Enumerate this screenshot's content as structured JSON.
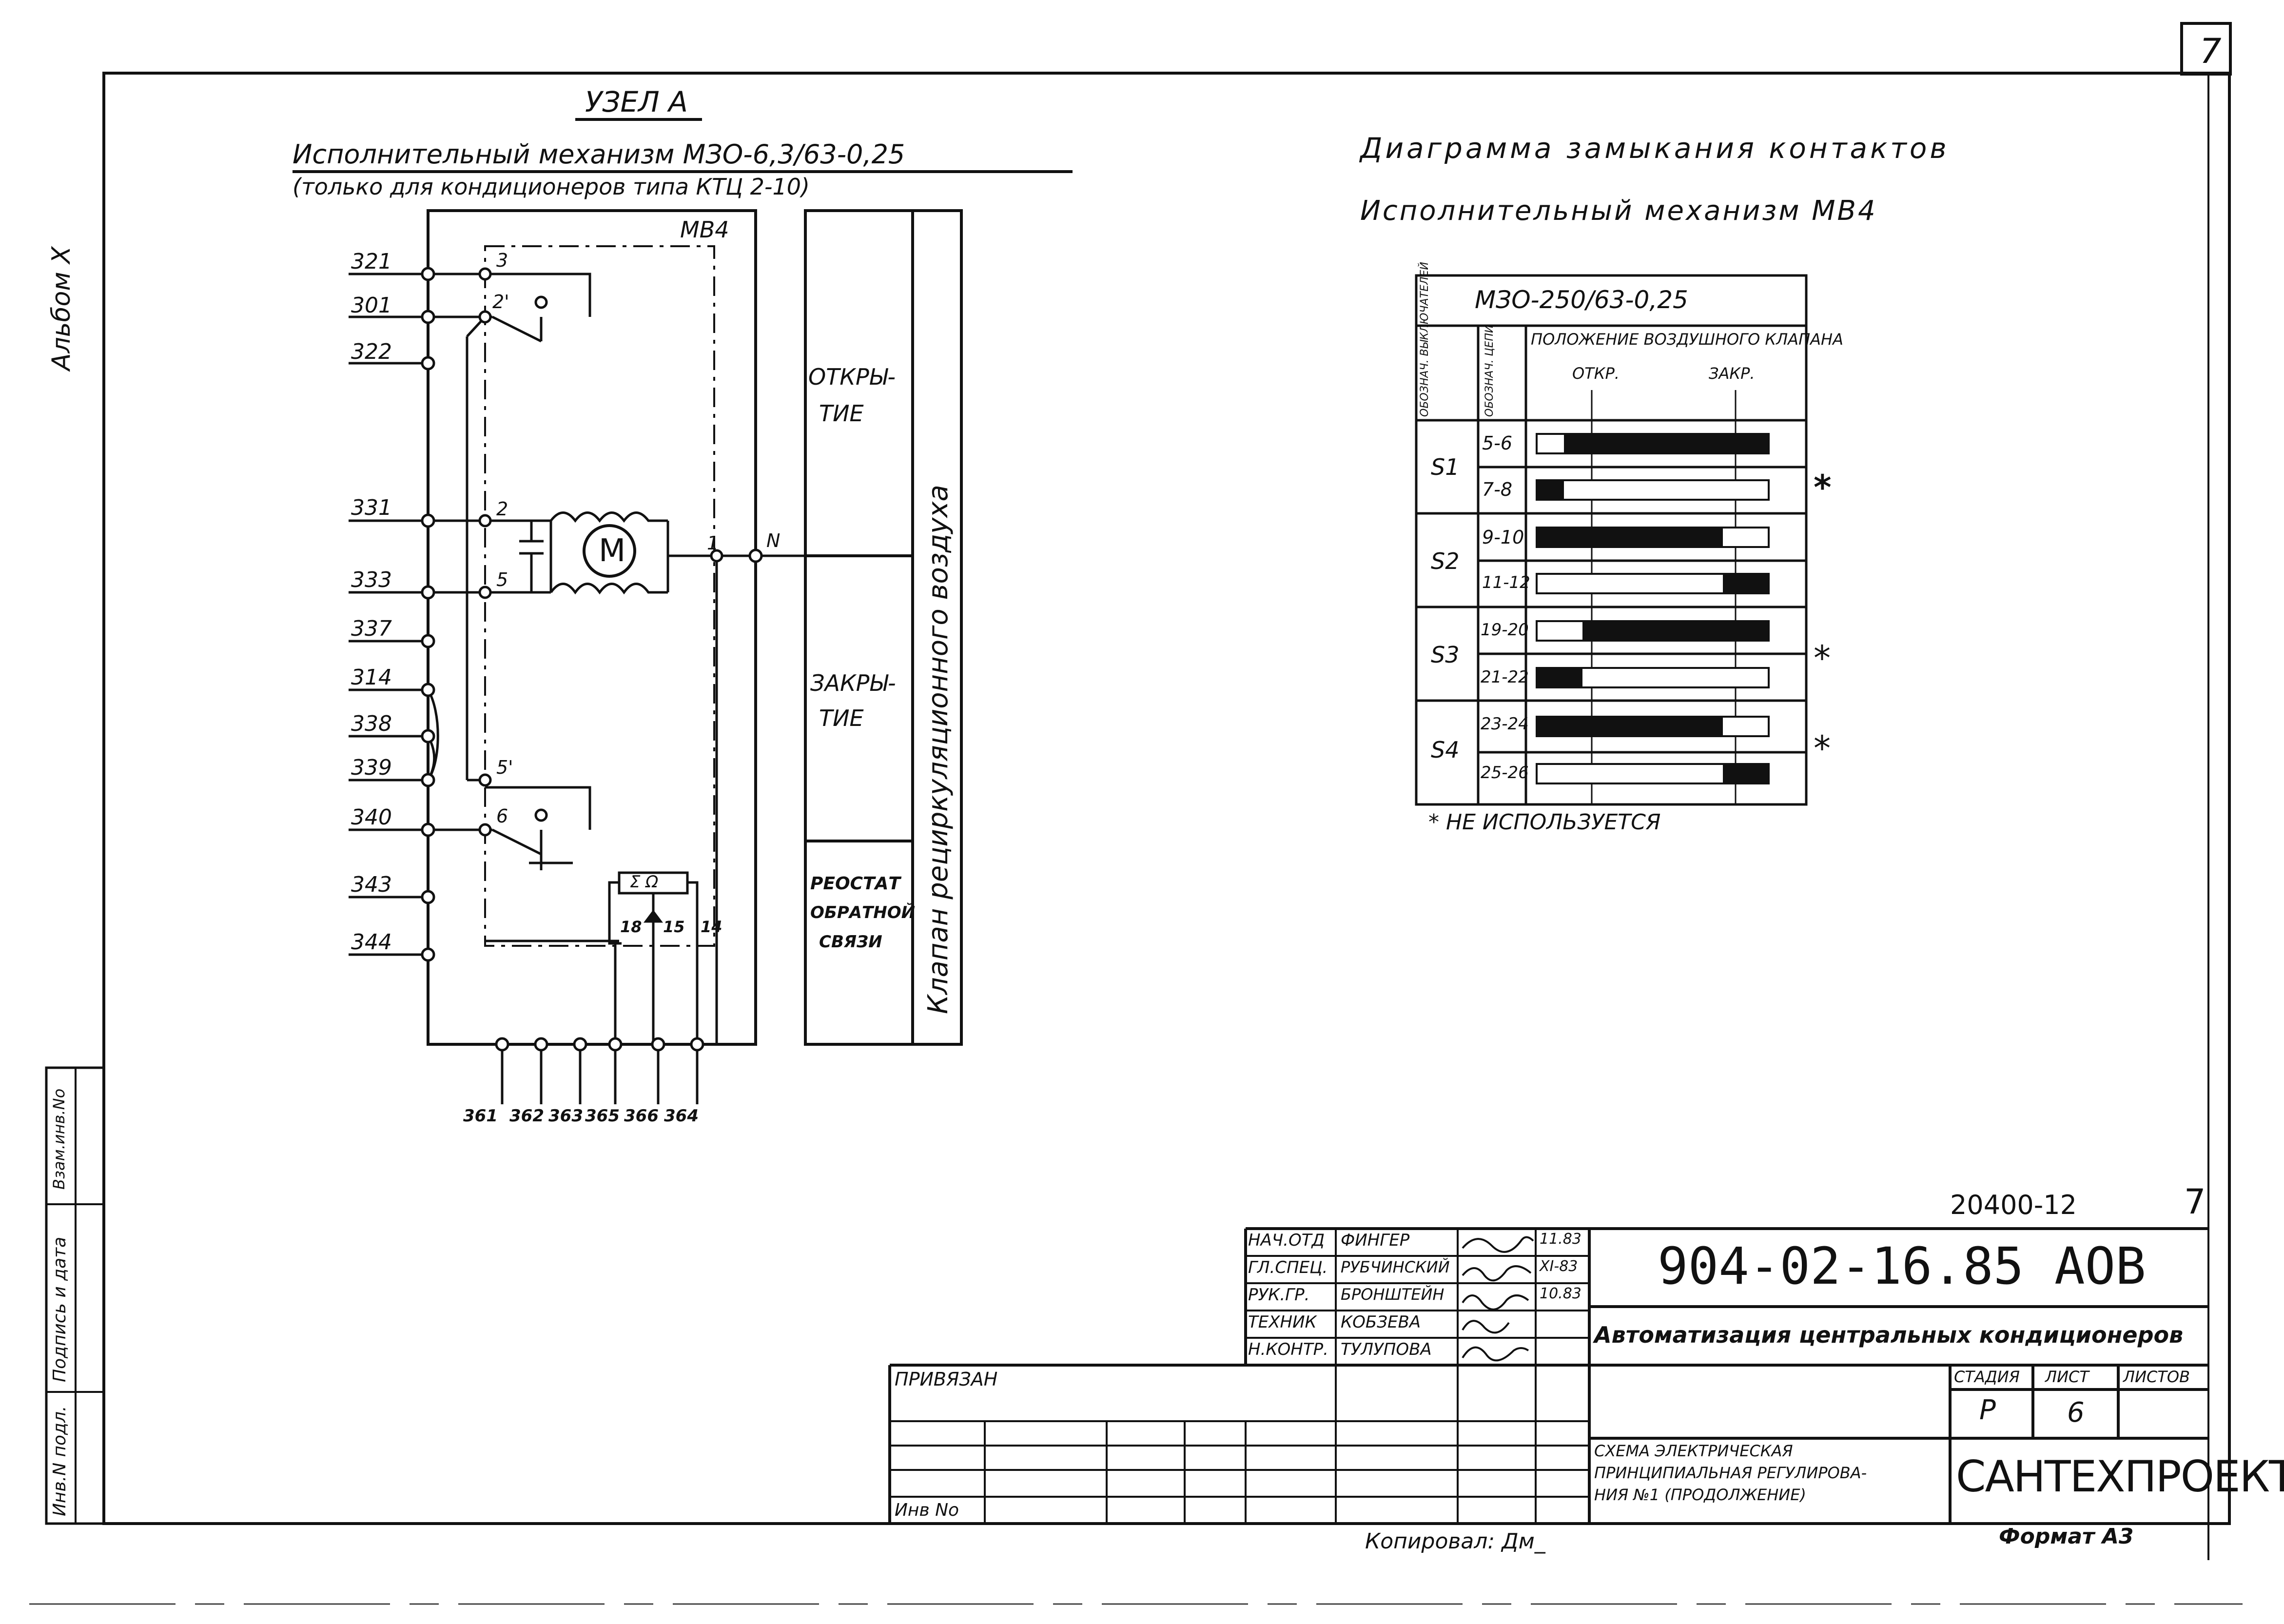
{
  "sheet_corner_number": "7",
  "side_code": "Альбом Х",
  "node": {
    "title": "УЗЕЛ А",
    "line1": "Исполнительный механизм МЗО-6,3/63-0,25",
    "line2": "(только для кондиционеров типа КТЦ 2-10)",
    "device_label": "МВ4",
    "left_terminals": [
      "321",
      "301",
      "322",
      "331",
      "333",
      "337",
      "314",
      "338",
      "339",
      "340",
      "343",
      "344"
    ],
    "bottom_terminals": [
      "361",
      "362",
      "363",
      "365",
      "366",
      "364"
    ],
    "contact_labels": [
      "3",
      "2'",
      "2",
      "5",
      "5'",
      "6",
      "1",
      "N"
    ],
    "rheostat_labels": [
      "18",
      "15",
      "14"
    ],
    "rheostat_box": "Σ Ω",
    "motor_symbol": "M",
    "func_open": [
      "ОТКРЫ-",
      "ТИЕ"
    ],
    "func_close": [
      "ЗАКРЫ-",
      "ТИЕ"
    ],
    "func_rheostat": [
      "РЕОСТАТ",
      "ОБРАТНОЙ",
      "СВЯЗИ"
    ],
    "valve_label": "Клапан рециркуляционного воздуха"
  },
  "diagram": {
    "title": "Диаграмма замыкания контактов",
    "subtitle": "Исполнительный механизм МВ4",
    "table_title": "МЗО-250/63-0,25",
    "col1_header": "ОБОЗНАЧ. ВЫКЛЮЧАТЕЛЕЙ",
    "col2_header": "ОБОЗНАЧ. ЦЕПИ",
    "col3_header": "ПОЛОЖЕНИЕ ВОЗДУШНОГО КЛАПАНА",
    "open_label": "ОТКР.",
    "close_label": "ЗАКР.",
    "groups": [
      {
        "switch": "S1",
        "circuits": [
          "5-6",
          "7-8"
        ]
      },
      {
        "switch": "S2",
        "circuits": [
          "9-10",
          "11-12"
        ]
      },
      {
        "switch": "S3",
        "circuits": [
          "19-20",
          "21-22"
        ]
      },
      {
        "switch": "S4",
        "circuits": [
          "23-24",
          "25-26"
        ]
      }
    ],
    "bar_fills": [
      [
        0.12,
        1.0
      ],
      [
        0.0,
        0.12
      ],
      [
        0.0,
        0.8
      ],
      [
        0.8,
        1.0
      ],
      [
        0.2,
        1.0
      ],
      [
        0.0,
        0.2
      ],
      [
        0.0,
        0.8
      ],
      [
        0.8,
        1.0
      ]
    ],
    "unused_marks": [
      "*",
      "*",
      "*"
    ],
    "footnote": "* НЕ ИСПОЛЬЗУЕТСЯ"
  },
  "left_strip": [
    "Инв.N подл.",
    "Подпись и дата",
    "Взам.инв.No"
  ],
  "binding": {
    "label": "ПРИВЯЗАН",
    "inv": "Инв No"
  },
  "title_block": {
    "top_code": "20400-12",
    "top_sheet": "7",
    "doc_code": "904-02-16.85 АОВ",
    "project": "Автоматизация центральных кондиционеров",
    "description": [
      "СХЕМА ЭЛЕКТРИЧЕСКАЯ",
      "ПРИНЦИПИАЛЬНАЯ РЕГУЛИРОВА-",
      "НИЯ №1 (ПРОДОЛЖЕНИЕ)"
    ],
    "stage_header": "СТАДИЯ",
    "sheet_header": "ЛИСТ",
    "sheets_header": "ЛИСТОВ",
    "stage": "Р",
    "sheet": "6",
    "sheets": "",
    "company": "САНТЕХПРОЕКТ",
    "signatures": [
      {
        "role": "НАЧ.ОТД",
        "name": "ФИНГЕР",
        "date": "11.83"
      },
      {
        "role": "ГЛ.СПЕЦ.",
        "name": "РУБЧИНСКИЙ",
        "date": "XI-83"
      },
      {
        "role": "РУК.ГР.",
        "name": "БРОНШТЕЙН",
        "date": "10.83"
      },
      {
        "role": "ТЕХНИК",
        "name": "КОБЗЕВА",
        "date": ""
      },
      {
        "role": "Н.КОНТР.",
        "name": "ТУЛУПОВА",
        "date": ""
      }
    ]
  },
  "copied": "Копировал: Дм_",
  "format": "Формат А3"
}
